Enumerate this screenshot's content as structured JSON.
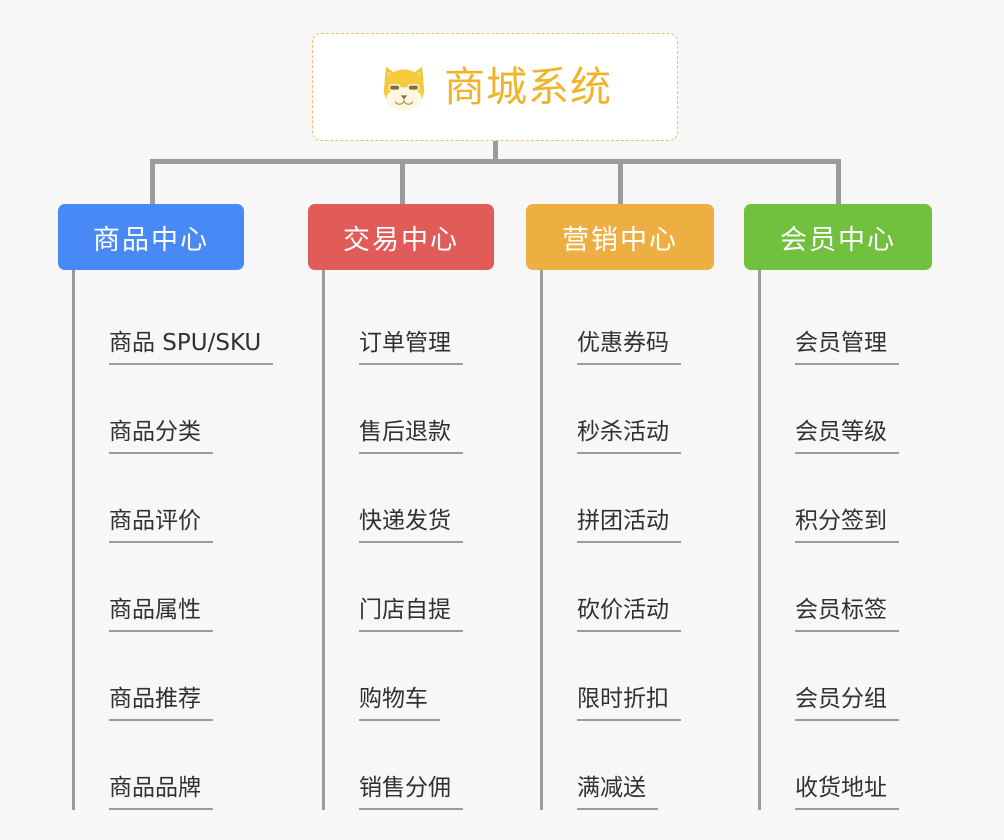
{
  "root": {
    "title": "商城系统",
    "icon": "shiba-dog-face-icon",
    "border_color": "#f0bf62",
    "text_color": "#f0b429",
    "background": "#ffffff"
  },
  "page": {
    "background": "#f7f7f7",
    "connector_color": "#9b9b9b"
  },
  "columns": [
    {
      "id": "product-center",
      "label": "商品中心",
      "color": "#4989f5",
      "items": [
        {
          "label": "商品 SPU/SKU"
        },
        {
          "label": "商品分类"
        },
        {
          "label": "商品评价"
        },
        {
          "label": "商品属性"
        },
        {
          "label": "商品推荐"
        },
        {
          "label": "商品品牌"
        }
      ]
    },
    {
      "id": "trade-center",
      "label": "交易中心",
      "color": "#e15b58",
      "items": [
        {
          "label": "订单管理"
        },
        {
          "label": "售后退款"
        },
        {
          "label": "快递发货"
        },
        {
          "label": "门店自提"
        },
        {
          "label": "购物车"
        },
        {
          "label": "销售分佣"
        }
      ]
    },
    {
      "id": "marketing-center",
      "label": "营销中心",
      "color": "#edaf41",
      "items": [
        {
          "label": "优惠券码"
        },
        {
          "label": "秒杀活动"
        },
        {
          "label": "拼团活动"
        },
        {
          "label": "砍价活动"
        },
        {
          "label": "限时折扣"
        },
        {
          "label": "满减送"
        }
      ]
    },
    {
      "id": "member-center",
      "label": "会员中心",
      "color": "#72c13e",
      "items": [
        {
          "label": "会员管理"
        },
        {
          "label": "会员等级"
        },
        {
          "label": "积分签到"
        },
        {
          "label": "会员标签"
        },
        {
          "label": "会员分组"
        },
        {
          "label": "收货地址"
        }
      ]
    }
  ]
}
